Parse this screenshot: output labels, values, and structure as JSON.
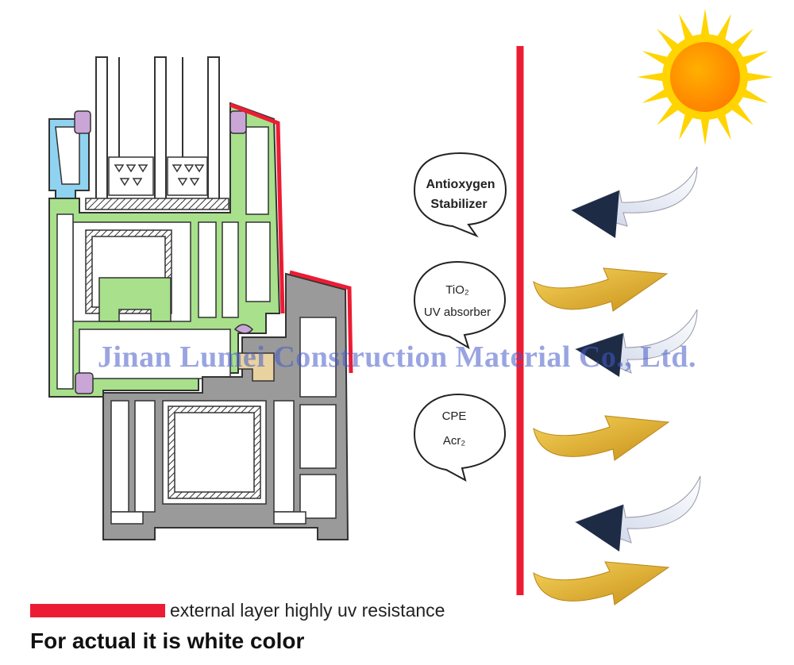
{
  "bubbles": [
    {
      "line1": "Antioxygen",
      "line2": "Stabilizer"
    },
    {
      "line1": "TiO₂",
      "line2": "UV absorber"
    },
    {
      "line1": "CPE",
      "line2": "Acr₂"
    }
  ],
  "watermark": "Jinan Lumei Construction Material Co., Ltd.",
  "legend": {
    "label": "external layer  highly uv resistance",
    "color": "#ec1c34"
  },
  "note": "For actual it is white color",
  "colors": {
    "sun": "#ffd400",
    "sun_core": "#ff8a00",
    "arrow_gold": "#e8b21f",
    "arrow_dark": "#1d2b45",
    "profile_green": "#a8e08c",
    "profile_gray": "#9a9a9a",
    "profile_blue": "#8fd3f0"
  }
}
